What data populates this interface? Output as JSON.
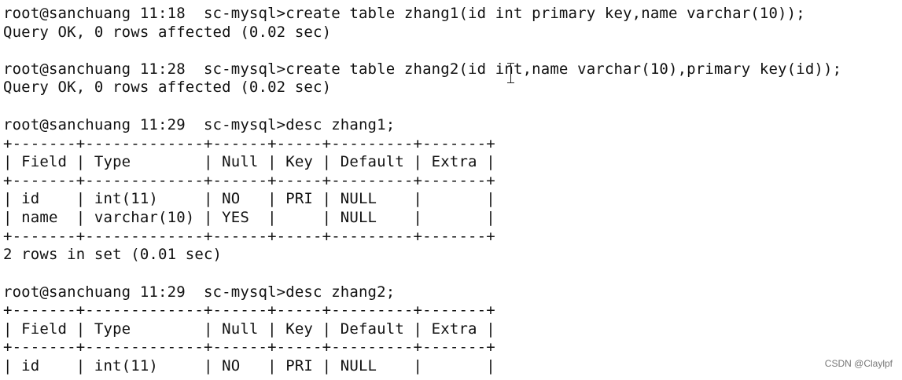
{
  "terminal": {
    "lines": [
      "root@sanchuang 11:18  sc-mysql>create table zhang1(id int primary key,name varchar(10));",
      "Query OK, 0 rows affected (0.02 sec)",
      "",
      "root@sanchuang 11:28  sc-mysql>create table zhang2(id int,name varchar(10),primary key(id));",
      "Query OK, 0 rows affected (0.02 sec)",
      "",
      "root@sanchuang 11:29  sc-mysql>desc zhang1;",
      "+-------+-------------+------+-----+---------+-------+",
      "| Field | Type        | Null | Key | Default | Extra |",
      "+-------+-------------+------+-----+---------+-------+",
      "| id    | int(11)     | NO   | PRI | NULL    |       |",
      "| name  | varchar(10) | YES  |     | NULL    |       |",
      "+-------+-------------+------+-----+---------+-------+",
      "2 rows in set (0.01 sec)",
      "",
      "root@sanchuang 11:29  sc-mysql>desc zhang2;",
      "+-------+-------------+------+-----+---------+-------+",
      "| Field | Type        | Null | Key | Default | Extra |",
      "+-------+-------------+------+-----+---------+-------+",
      "| id    | int(11)     | NO   | PRI | NULL    |       |"
    ]
  },
  "watermark": "CSDN @Claylpf"
}
